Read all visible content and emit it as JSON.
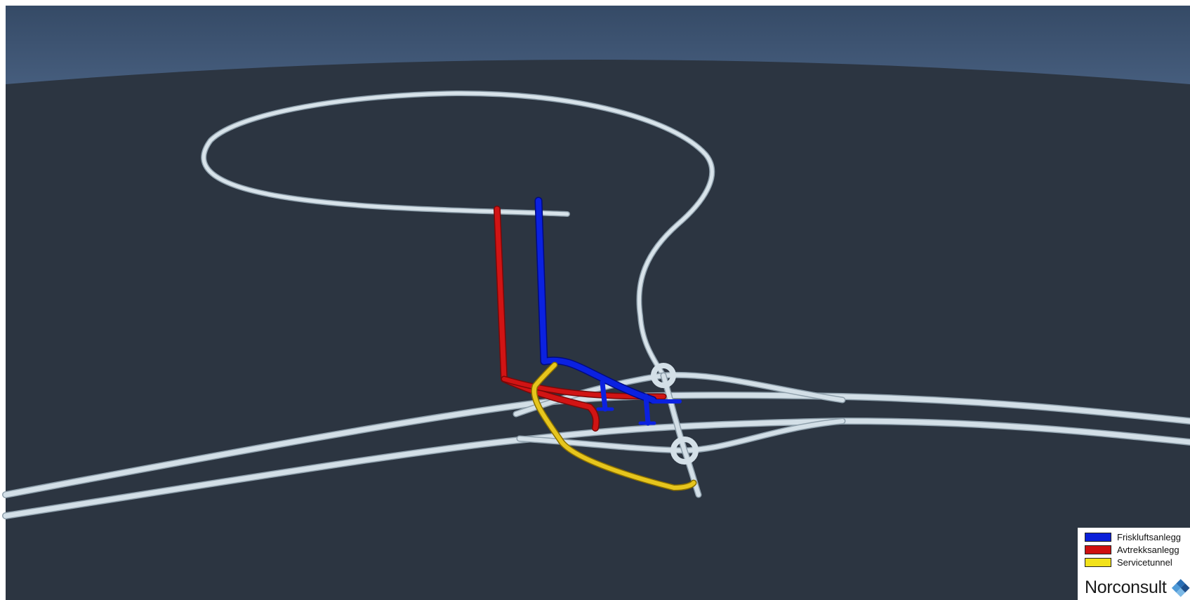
{
  "colors": {
    "sky": "#3f5472",
    "ground": "#2c3541",
    "road": "#c8d6df",
    "fresh_air": "#0a1fd9",
    "exhaust": "#cf1010",
    "service": "#e2c21c"
  },
  "legend": {
    "items": [
      {
        "label": "Friskluftsanlegg",
        "color": "#0a1fd9"
      },
      {
        "label": "Avtrekksanlegg",
        "color": "#cf1010"
      },
      {
        "label": "Servicetunnel",
        "color": "#f2e21a"
      }
    ]
  },
  "logo": {
    "text": "Norconsult",
    "icon": "norconsult-diamond-logo"
  }
}
